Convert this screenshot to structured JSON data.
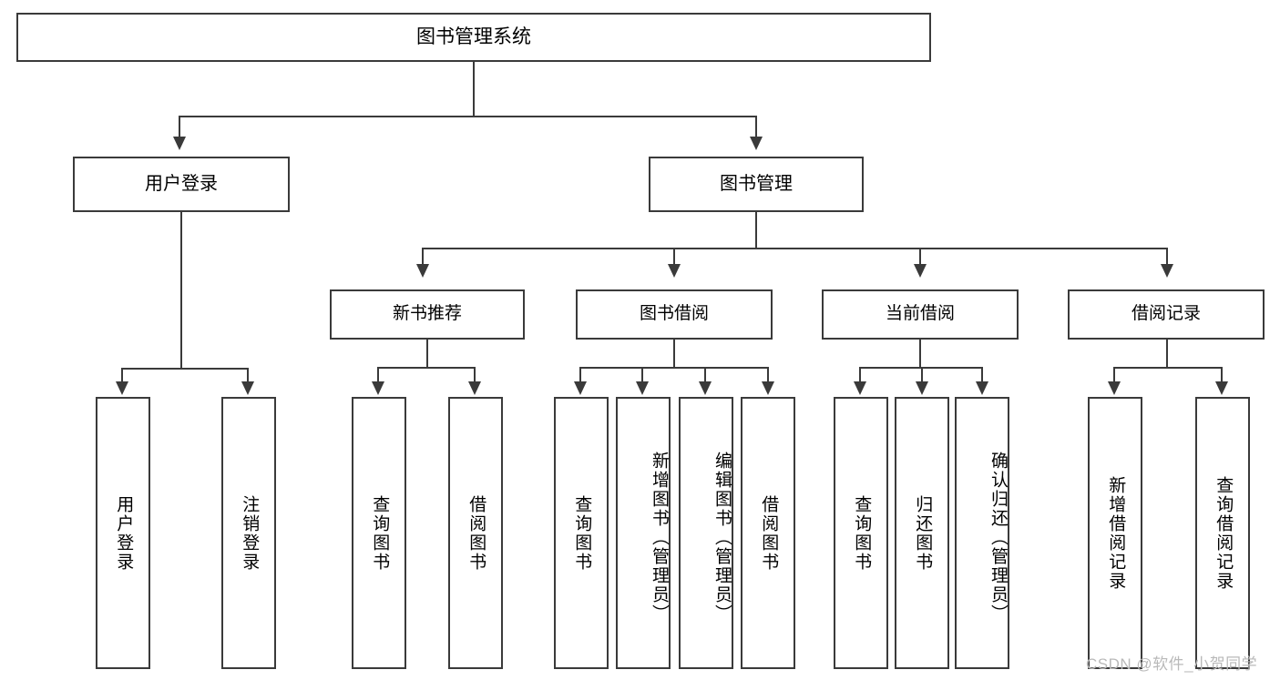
{
  "diagram": {
    "title": "图书管理系统",
    "type": "hierarchy-tree",
    "root": {
      "label": "图书管理系统"
    },
    "level1": [
      {
        "label": "用户登录"
      },
      {
        "label": "图书管理"
      }
    ],
    "level2": [
      {
        "label": "新书推荐"
      },
      {
        "label": "图书借阅"
      },
      {
        "label": "当前借阅"
      },
      {
        "label": "借阅记录"
      }
    ],
    "leaves": {
      "user_login": [
        {
          "label": "用户登录"
        },
        {
          "label": "注销登录"
        }
      ],
      "new_book_recommend": [
        {
          "label": "查询图书"
        },
        {
          "label": "借阅图书"
        }
      ],
      "book_borrow": [
        {
          "label": "查询图书"
        },
        {
          "label": "新增图书（管理员）"
        },
        {
          "label": "编辑图书（管理员）"
        },
        {
          "label": "借阅图书"
        }
      ],
      "current_borrow": [
        {
          "label": "查询图书"
        },
        {
          "label": "归还图书"
        },
        {
          "label": "确认归还（管理员）"
        }
      ],
      "borrow_record": [
        {
          "label": "新增借阅记录"
        },
        {
          "label": "查询借阅记录"
        }
      ]
    }
  },
  "watermark": {
    "text": "CSDN @软件_小贺同学"
  },
  "colors": {
    "stroke": "#3a3a3a",
    "background": "#ffffff",
    "text": "#000000",
    "watermark": "#b9b9b9"
  }
}
